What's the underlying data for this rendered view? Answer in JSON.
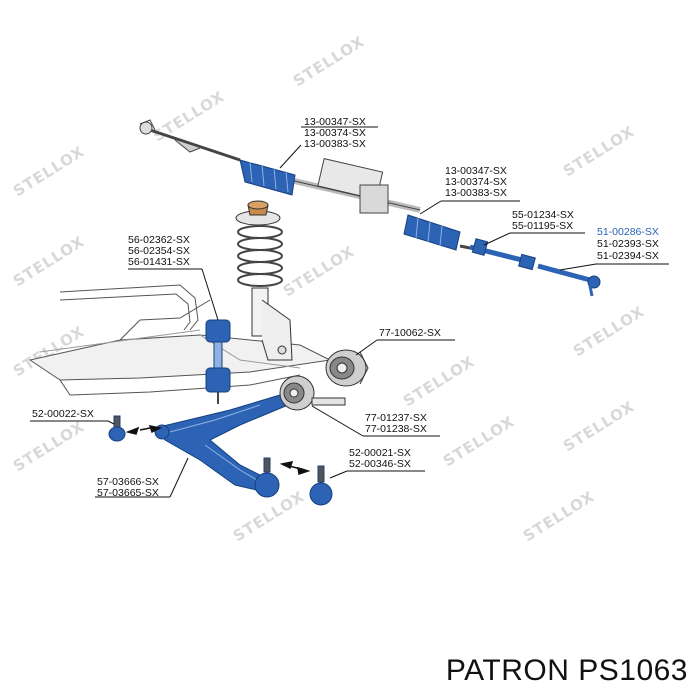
{
  "watermark": {
    "text": "STELLOX"
  },
  "labels": {
    "rack_end_1": "13-00347-SX",
    "rack_end_2": "13-00374-SX",
    "rack_end_3": "13-00383-SX",
    "boot_1": "13-00347-SX",
    "boot_2": "13-00374-SX",
    "boot_3": "13-00383-SX",
    "tie_rod_1": "55-01234-SX",
    "tie_rod_2": "55-01195-SX",
    "tie_end_1": "51-00286-SX",
    "tie_end_2": "51-02393-SX",
    "tie_end_3": "51-02394-SX",
    "link_1": "56-02362-SX",
    "link_2": "56-02354-SX",
    "link_3": "56-01431-SX",
    "bush_rear": "77-10062-SX",
    "bush_front_1": "77-01237-SX",
    "bush_front_2": "77-01238-SX",
    "ball_joint_left": "52-00022-SX",
    "ball_joint_right_1": "52-00021-SX",
    "ball_joint_right_2": "52-00346-SX",
    "arm_1": "57-03666-SX",
    "arm_2": "57-03665-SX"
  },
  "colors": {
    "part_blue": "#2d63b5",
    "part_blue_light": "#8fb2e0",
    "label_blue": "#2a63b8"
  },
  "brand": "PATRON PS1063"
}
